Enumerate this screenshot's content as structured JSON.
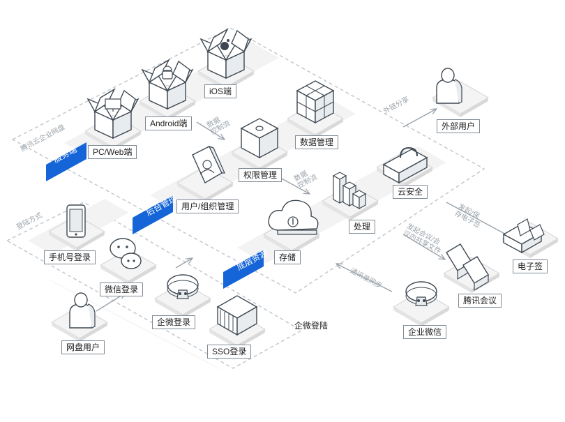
{
  "zones": {
    "main_label": "腾讯云企业网盘",
    "login_label": "登陆方式",
    "bands": {
      "service": "服务端",
      "admin": "后台管理",
      "base": "底层资源"
    }
  },
  "nodes": {
    "ios": "iOS端",
    "android": "Android端",
    "pcweb": "PC/Web端",
    "data_mgmt": "数据管理",
    "perm_mgmt": "权限管理",
    "user_org_mgmt": "用户/组织管理",
    "processing": "处理",
    "cloud_security": "云安全",
    "storage": "存储",
    "external_user": "外部用户",
    "e_sign": "电子签",
    "tencent_meeting": "腾讯会议",
    "wecom": "企业微信",
    "phone_login": "手机号登录",
    "wechat_login": "微信登录",
    "wecom_login": "企微登录",
    "sso_login": "SSO登录",
    "disk_user": "网盘用户"
  },
  "annotations": {
    "data_control_1": [
      "数据",
      "控制流"
    ],
    "data_control_2": [
      "数据",
      "控制流"
    ],
    "external_share": "外链分享",
    "sign_storage": [
      "发起/保",
      "存电子签"
    ],
    "meeting_share": [
      "发起会议/会",
      "议内共享文件"
    ],
    "contacts_sync": "通讯录同步",
    "wecom_login_note": "企微登陆"
  },
  "colors": {
    "accent_blue": "#1565d8",
    "zone_border": "#c3c8cd",
    "platform_top": "#f4f4f4",
    "platform_side": "#e4e4e4",
    "stroke": "#3e4852",
    "icon_fill": "#ffffff",
    "icon_shade": "#e9ecef"
  },
  "icons": [
    "ios-box-icon",
    "android-box-icon",
    "pc-box-icon",
    "cube-grid-icon",
    "permission-block-icon",
    "user-portrait-icon",
    "server-blocks-icon",
    "cloud-lock-icon",
    "cloud-storage-icon",
    "person-icon",
    "e-sign-blocks-icon",
    "meeting-blocks-icon",
    "wecom-icon",
    "phone-icon",
    "wechat-icon",
    "sso-blocks-icon"
  ]
}
